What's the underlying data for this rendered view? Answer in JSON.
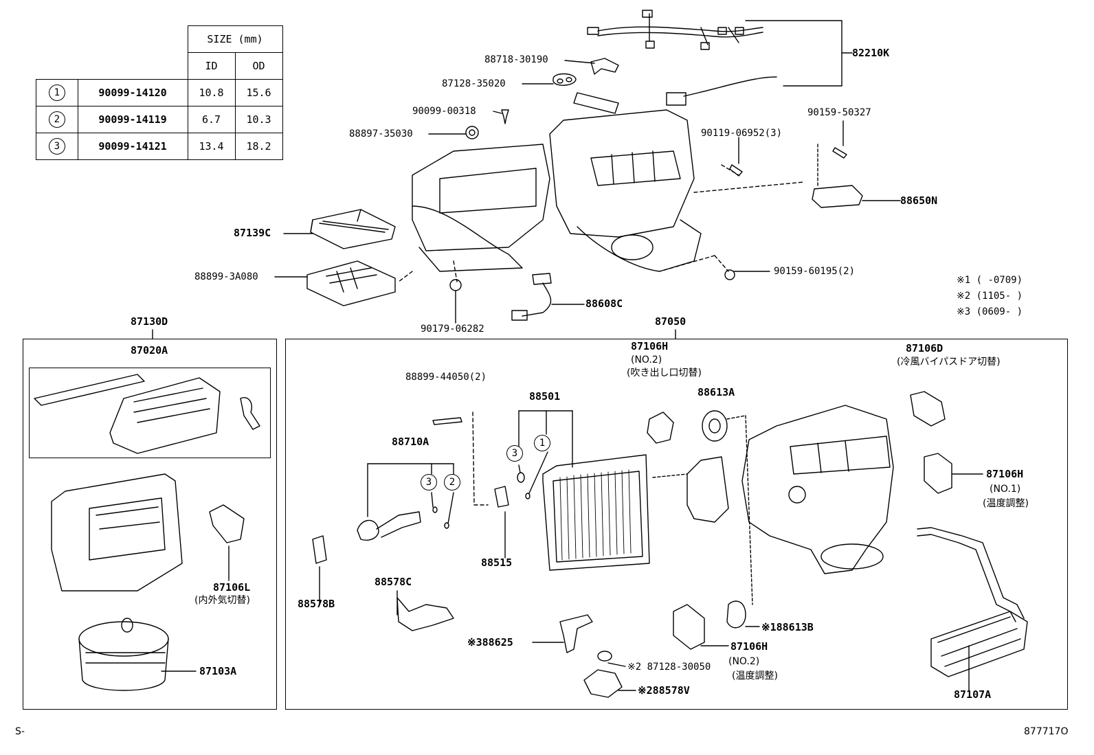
{
  "table": {
    "size_header": "SIZE (mm)",
    "col_id": "ID",
    "col_od": "OD",
    "rows": [
      {
        "mark": "1",
        "part": "90099-14120",
        "id": "10.8",
        "od": "15.6"
      },
      {
        "mark": "2",
        "part": "90099-14119",
        "id": "6.7",
        "od": "10.3"
      },
      {
        "mark": "3",
        "part": "90099-14121",
        "id": "13.4",
        "od": "18.2"
      }
    ]
  },
  "notes": {
    "n1": "※1 (     -0709)",
    "n2": "※2 (1105-     )",
    "n3": "※3 (0609-     )"
  },
  "labels": {
    "p82210K": "82210K",
    "p88718_30190": "88718-30190",
    "p87128_35020": "87128-35020",
    "p90099_00318": "90099-00318",
    "p88897_35030": "88897-35030",
    "p90159_50327": "90159-50327",
    "p90119_06952": "90119-06952(3)",
    "p88650N": "88650N",
    "p87139C": "87139C",
    "p88899_3A080": "88899-3A080",
    "p90159_60195": "90159-60195(2)",
    "p88608C": "88608C",
    "p90179_06282": "90179-06282",
    "p87130D": "87130D",
    "p87020A": "87020A",
    "p87106L": "87106L",
    "p87106L_desc": "(内外気切替)",
    "p87103A": "87103A",
    "p87050": "87050",
    "p87106H_no2_top": "87106H",
    "p87106H_no2_top_sub": "(NO.2)",
    "p87106H_no2_top_desc": "(吹き出し口切替)",
    "p87106D": "87106D",
    "p87106D_desc": "(冷風バイパスドア切替)",
    "p88899_44050": "88899-44050(2)",
    "p88501": "88501",
    "p88613A": "88613A",
    "p88710A": "88710A",
    "p87106H_no1": "87106H",
    "p87106H_no1_sub": "(NO.1)",
    "p87106H_no1_desc": "(温度調整)",
    "p88515": "88515",
    "p88578B": "88578B",
    "p88578C": "88578C",
    "p88625": "※388625",
    "p88613B": "※188613B",
    "p87106H_no2_bot": "87106H",
    "p87106H_no2_bot_sub": "(NO.2)",
    "p87106H_no2_bot_desc": "(温度調整)",
    "p87128_30050": "※2 87128-30050",
    "p88578V": "※288578V",
    "p87107A": "87107A",
    "footer_left": "S-",
    "footer_right": "877717O"
  }
}
